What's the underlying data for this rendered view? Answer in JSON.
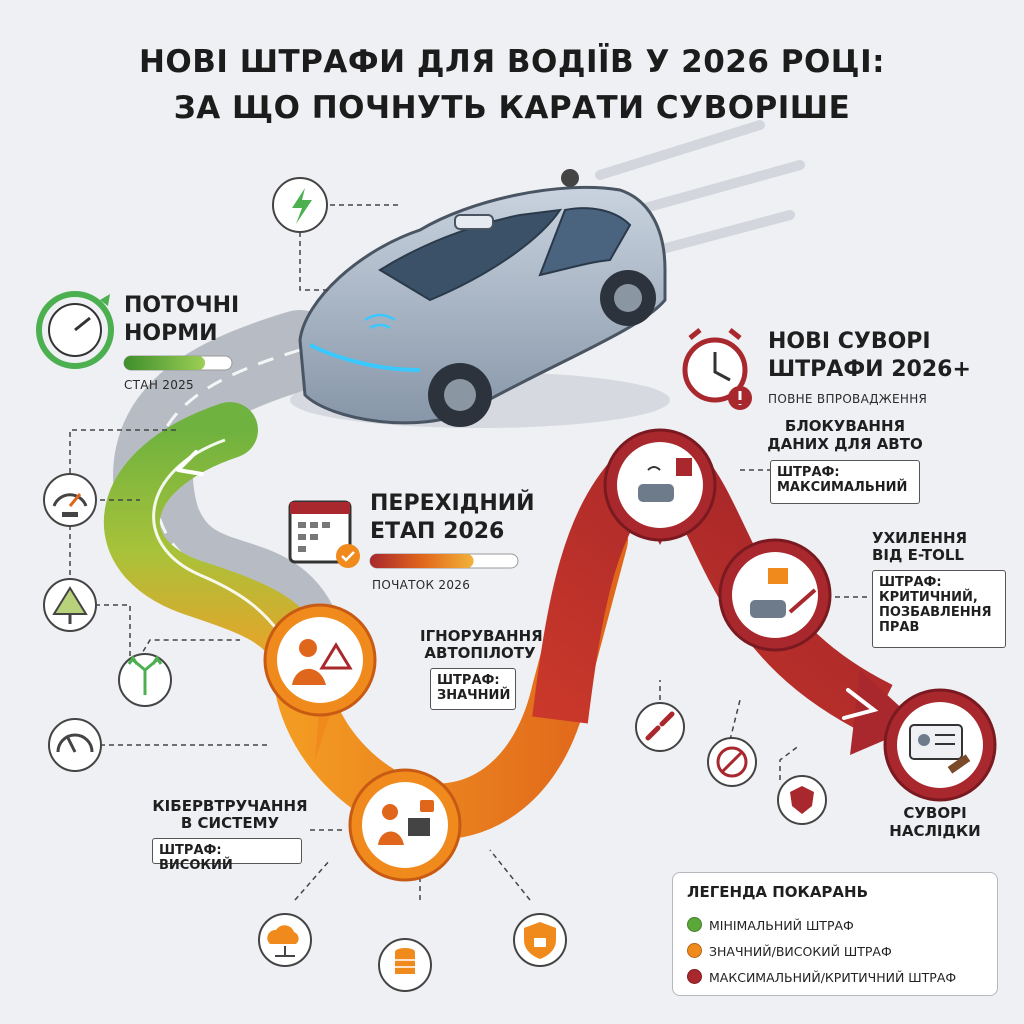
{
  "title": {
    "line1": "НОВІ ШТРАФИ ДЛЯ ВОДІЇВ У 2026 РОЦІ:",
    "line2": "ЗА ЩО ПОЧНУТЬ КАРАТИ СУВОРІШЕ"
  },
  "colors": {
    "green": "#5aa83a",
    "orange": "#f08a1c",
    "red": "#a8282e",
    "dark": "#1f1f1f"
  },
  "stages": {
    "current": {
      "title1": "ПОТОЧНІ",
      "title2": "НОРМИ",
      "caption": "СТАН 2025",
      "progress": 0.75
    },
    "transition": {
      "title1": "ПЕРЕХІДНИЙ",
      "title2": "ЕТАП 2026",
      "caption": "ПОЧАТОК 2026",
      "progress": 0.7
    },
    "new": {
      "title1": "НОВІ СУВОРІ",
      "title2": "ШТРАФИ 2026+",
      "caption": "ПОВНЕ ВПРОВАДЖЕННЯ"
    }
  },
  "violations": {
    "autopilot": {
      "label1": "ІГНОРУВАННЯ",
      "label2": "АВТОПІЛОТУ",
      "fine1": "ШТРАФ:",
      "fine2": "ЗНАЧНИЙ",
      "icon": "driver-warning-icon"
    },
    "cyber": {
      "label1": "КІБЕРВТРУЧАННЯ",
      "label2": "В СИСТЕМУ",
      "fine": "ШТРАФ: ВИСОКИЙ",
      "icon": "hacker-lock-icon"
    },
    "data": {
      "label1": "БЛОКУВАННЯ",
      "label2": "ДАНИХ ДЛЯ АВТО",
      "fine1": "ШТРАФ:",
      "fine2": "МАКСИМАЛЬНИЙ",
      "icon": "connected-car-icon"
    },
    "etoll": {
      "label1": "УХИЛЕННЯ",
      "label2": "ВІД E-TOLL",
      "fine1": "ШТРАФ:",
      "fine2": "КРИТИЧНИЙ,",
      "fine3": "ПОЗБАВЛЕННЯ",
      "fine4": "ПРАВ",
      "icon": "toll-gate-icon"
    },
    "consequences": {
      "label1": "СУВОРІ",
      "label2": "НАСЛІДКИ",
      "icon": "license-gavel-icon"
    }
  },
  "legend": {
    "title": "ЛЕГЕНДА ПОКАРАНЬ",
    "items": [
      {
        "label": "МІНІМАЛЬНИЙ ШТРАФ",
        "color": "#5aa83a"
      },
      {
        "label": "ЗНАЧНИЙ/ВИСОКИЙ ШТРАФ",
        "color": "#f08a1c"
      },
      {
        "label": "МАКСИМАЛЬНИЙ/КРИТИЧНИЙ ШТРАФ",
        "color": "#a8282e"
      }
    ]
  },
  "side_icons": [
    "lightning-icon",
    "speedometer-icon",
    "warning-road-sign-icon",
    "direction-arrows-icon",
    "gauge-icon",
    "cloud-network-icon",
    "database-icon",
    "shield-lock-icon",
    "broken-link-icon",
    "no-car-icon",
    "police-badge-icon"
  ]
}
